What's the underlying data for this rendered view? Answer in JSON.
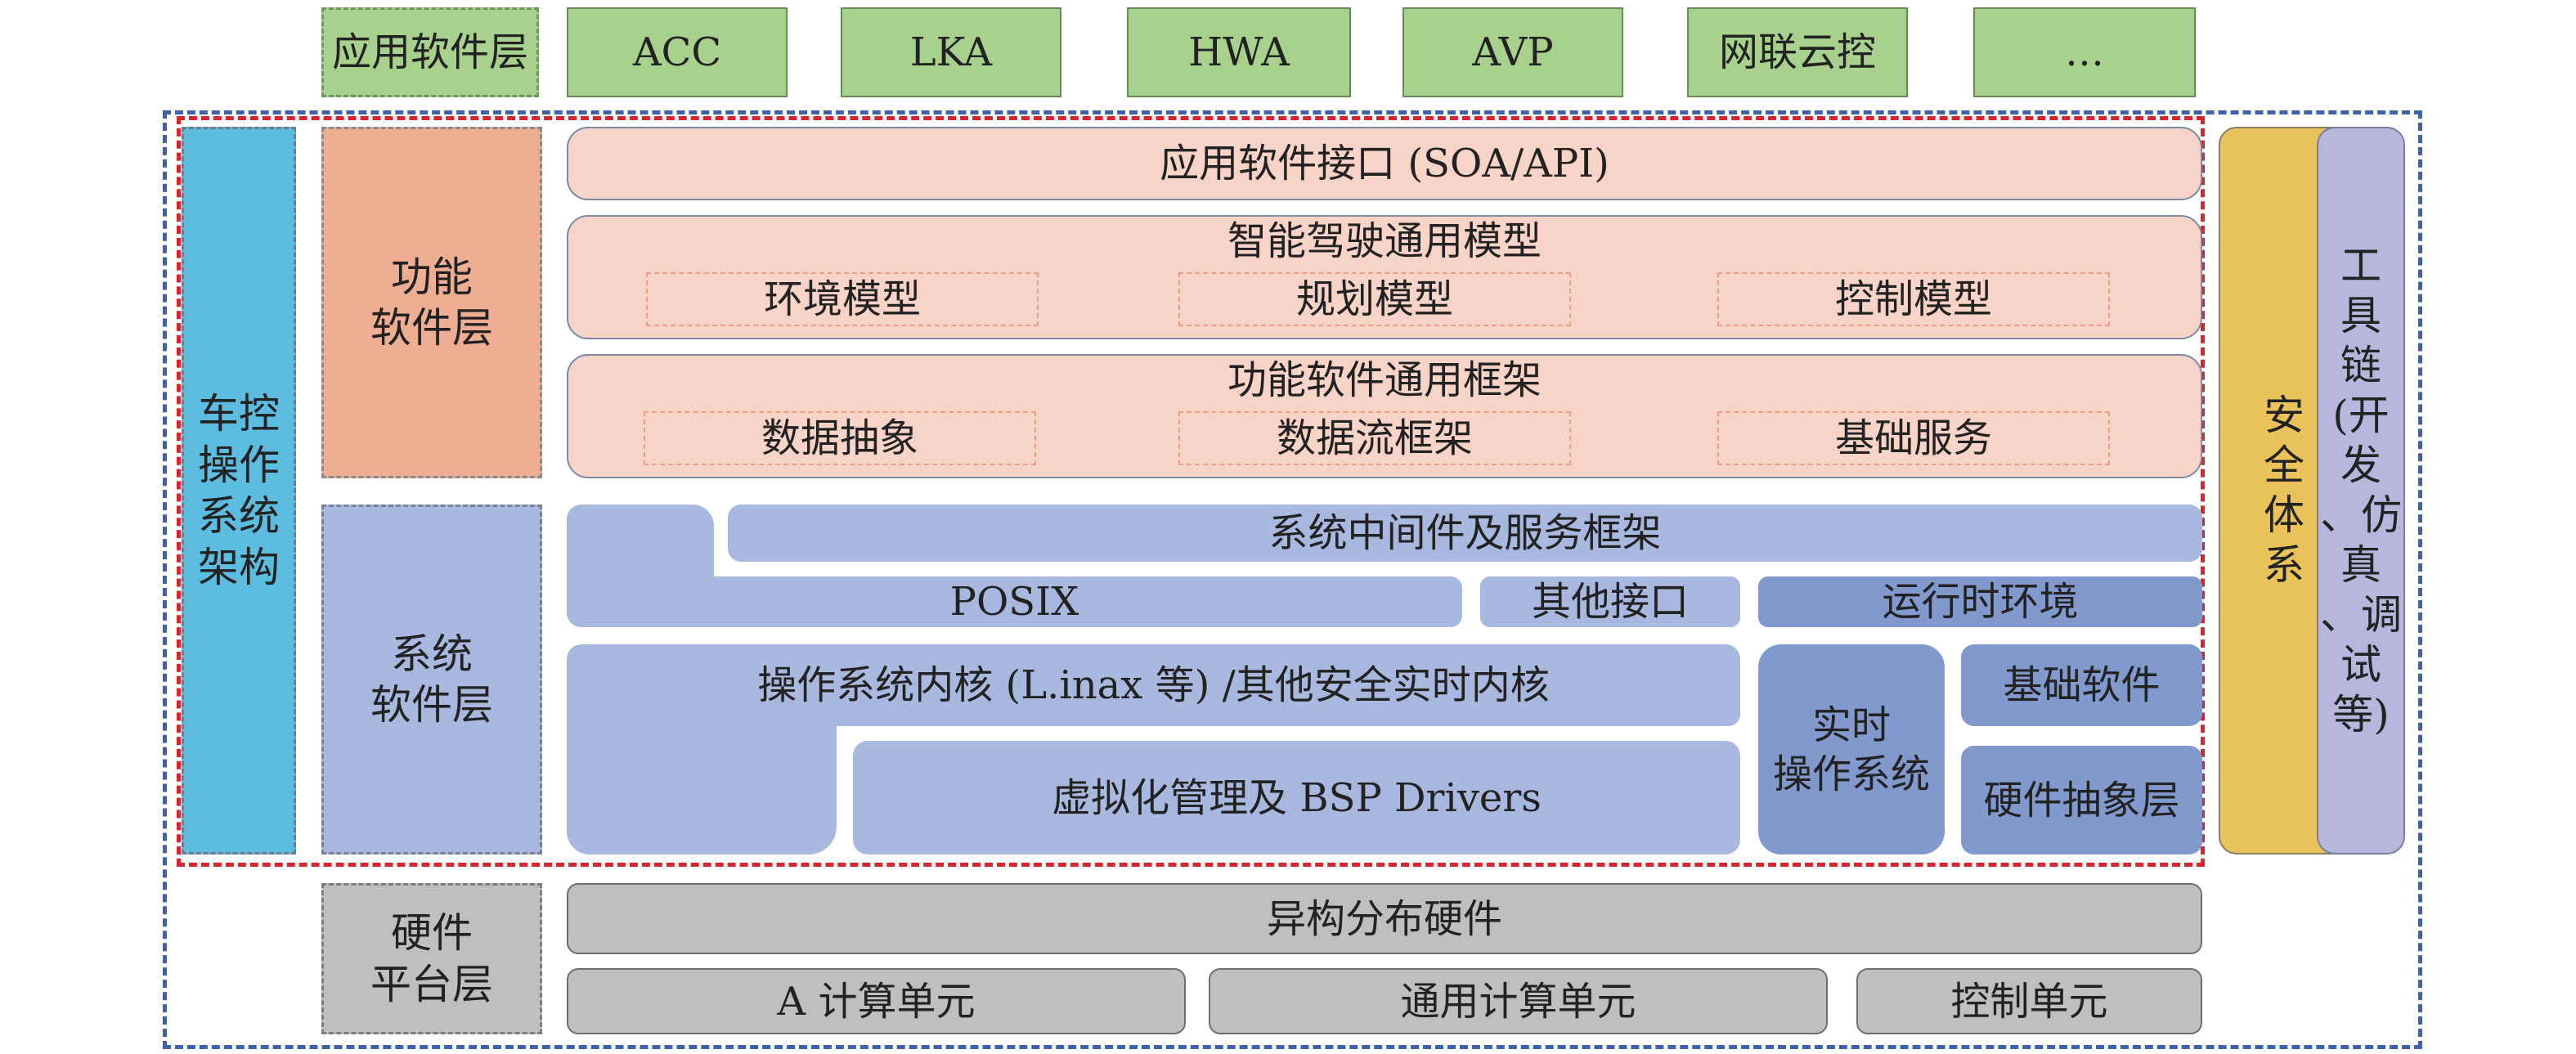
{
  "app_layer": {
    "label": "应用软件层",
    "items": [
      "ACC",
      "LKA",
      "HWA",
      "AVP",
      "网联云控",
      "…"
    ]
  },
  "left_bar": {
    "label_lines": [
      "车控",
      "操作",
      "系统",
      "架构"
    ]
  },
  "function_layer": {
    "label_lines": [
      "功能",
      "软件层"
    ],
    "api": "应用软件接口 (SOA/API)",
    "model": {
      "title": "智能驾驶通用模型",
      "items": [
        "环境模型",
        "规划模型",
        "控制模型"
      ]
    },
    "framework": {
      "title": "功能软件通用框架",
      "items": [
        "数据抽象",
        "数据流框架",
        "基础服务"
      ]
    }
  },
  "system_layer": {
    "label_lines": [
      "系统",
      "软件层"
    ],
    "middleware": "系统中间件及服务框架",
    "posix": "POSIX",
    "other_interface": "其他接口",
    "runtime": "运行时环境",
    "kernel": "操作系统内核 (L.inax 等) /其他安全实时内核",
    "virtualization": "虚拟化管理及 BSP Drivers",
    "rtos_lines": [
      "实时",
      "操作系统"
    ],
    "basic_software": "基础软件",
    "hal": "硬件抽象层"
  },
  "hardware_layer": {
    "label_lines": [
      "硬件",
      "平台层"
    ],
    "hetero": "异构分布硬件",
    "units": [
      "A 计算单元",
      "通用计算单元",
      "控制单元"
    ]
  },
  "safety": {
    "chars": [
      "安",
      "全",
      "体",
      "系"
    ]
  },
  "toolchain": {
    "chars": [
      "工",
      "具",
      "链",
      "(开",
      "发",
      "、仿",
      "真",
      "、调",
      "试",
      "等)"
    ]
  }
}
